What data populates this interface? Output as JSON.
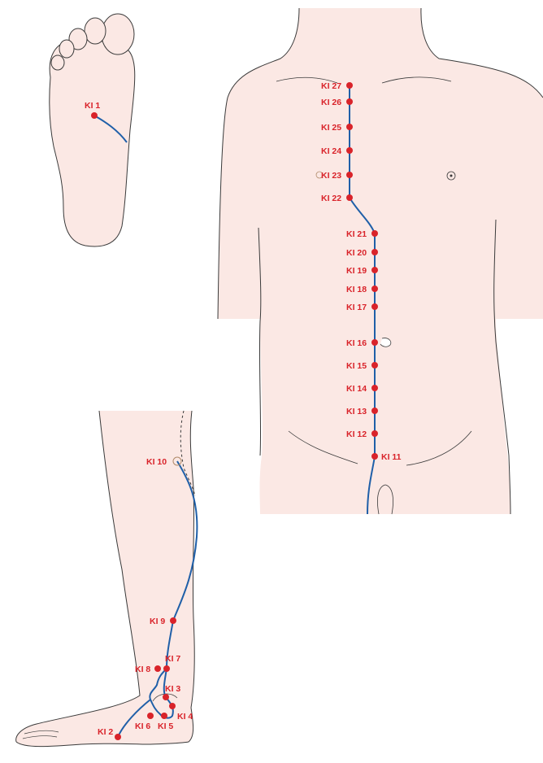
{
  "colors": {
    "skin": "#fbe8e4",
    "outline": "#3a3a3a",
    "meridian": "#1f5fa8",
    "point": "#d9232a",
    "label": "#d9232a"
  },
  "diagram": {
    "point_labels": {
      "ki1": "KI 1",
      "ki2": "KI 2",
      "ki3": "KI 3",
      "ki4": "KI 4",
      "ki5": "KI 5",
      "ki6": "KI 6",
      "ki7": "KI 7",
      "ki8": "KI 8",
      "ki9": "KI 9",
      "ki10": "KI 10",
      "ki11": "KI 11",
      "ki12": "KI 12",
      "ki13": "KI 13",
      "ki14": "KI 14",
      "ki15": "KI 15",
      "ki16": "KI 16",
      "ki17": "KI 17",
      "ki18": "KI 18",
      "ki19": "KI 19",
      "ki20": "KI 20",
      "ki21": "KI 21",
      "ki22": "KI 22",
      "ki23": "KI 23",
      "ki24": "KI 24",
      "ki25": "KI 25",
      "ki26": "KI 26",
      "ki27": "KI 27"
    }
  }
}
